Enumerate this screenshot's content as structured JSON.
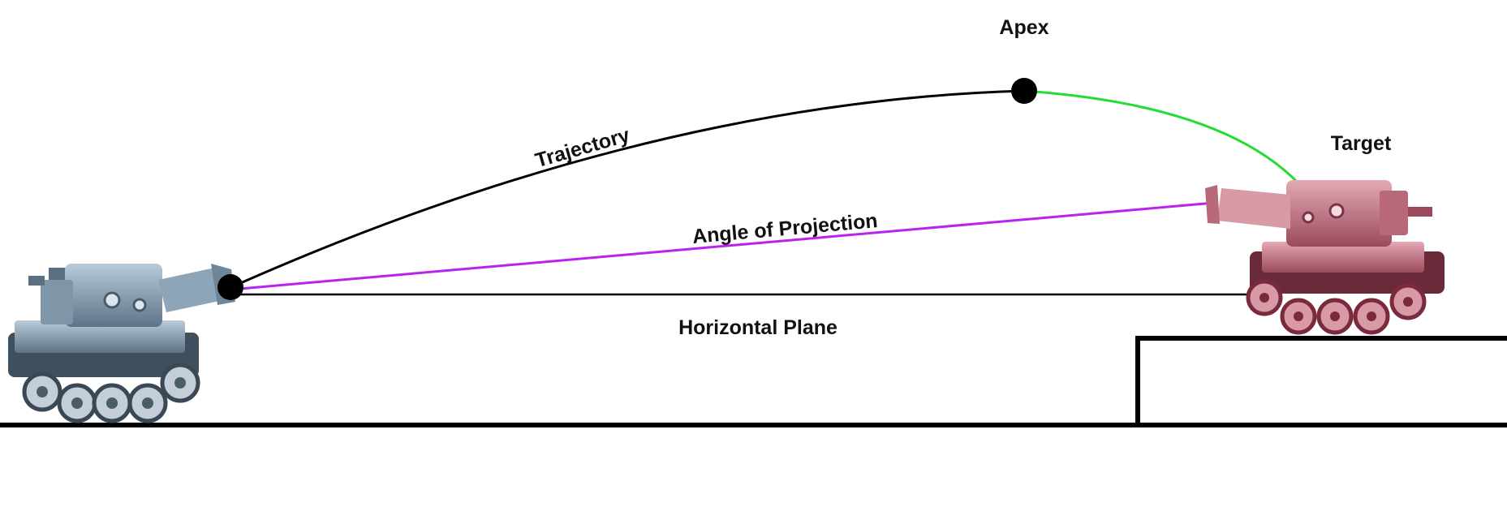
{
  "labels": {
    "apex": "Apex",
    "trajectory": "Trajectory",
    "angle_of_projection": "Angle of Projection",
    "horizontal_plane": "Horizontal Plane",
    "target": "Target"
  },
  "colors": {
    "trajectory_ascent": "#000000",
    "trajectory_descent": "#22dd33",
    "angle_line": "#bb22ee",
    "ground": "#000000",
    "shooter_tank": "#8aa3b7",
    "target_tank": "#c8788a"
  },
  "icons": {
    "shooter": "tank-icon",
    "target": "tank-icon"
  }
}
